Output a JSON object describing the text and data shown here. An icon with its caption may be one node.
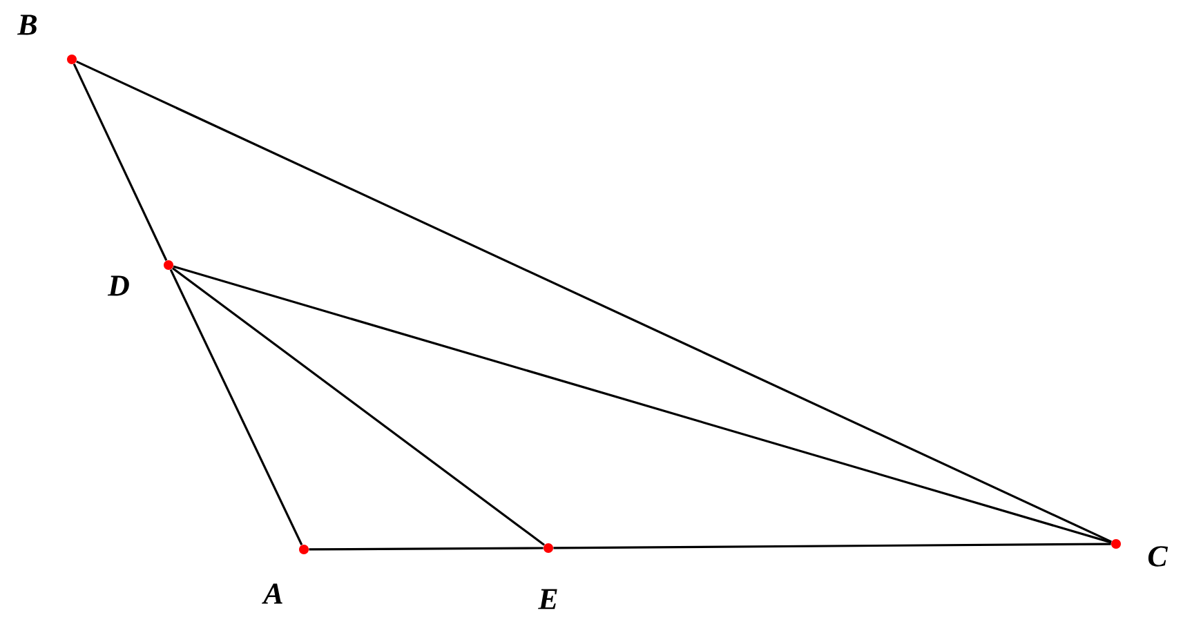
{
  "diagram": {
    "nodes": [
      {
        "text": [],
        "shape": "circle",
        "beside": [
          "B"
        ]
      },
      {
        "text": [],
        "shape": "circle",
        "beside": [
          "D"
        ]
      },
      {
        "text": [],
        "shape": "circle",
        "beside": [
          "A"
        ]
      },
      {
        "text": [],
        "shape": "circle",
        "beside": [
          "E"
        ]
      },
      {
        "text": [],
        "shape": "circle",
        "beside": [
          "C"
        ]
      }
    ],
    "edges": [
      {
        "from": 0,
        "to": 4,
        "arrow": "none"
      },
      {
        "from": 0,
        "to": 1,
        "arrow": "none"
      },
      {
        "from": 1,
        "to": 2,
        "arrow": "none"
      },
      {
        "from": 1,
        "to": 4,
        "arrow": "none"
      },
      {
        "from": 1,
        "to": 3,
        "arrow": "none"
      },
      {
        "from": 2,
        "to": 3,
        "arrow": "none"
      },
      {
        "from": 3,
        "to": 4,
        "arrow": "none"
      }
    ]
  }
}
